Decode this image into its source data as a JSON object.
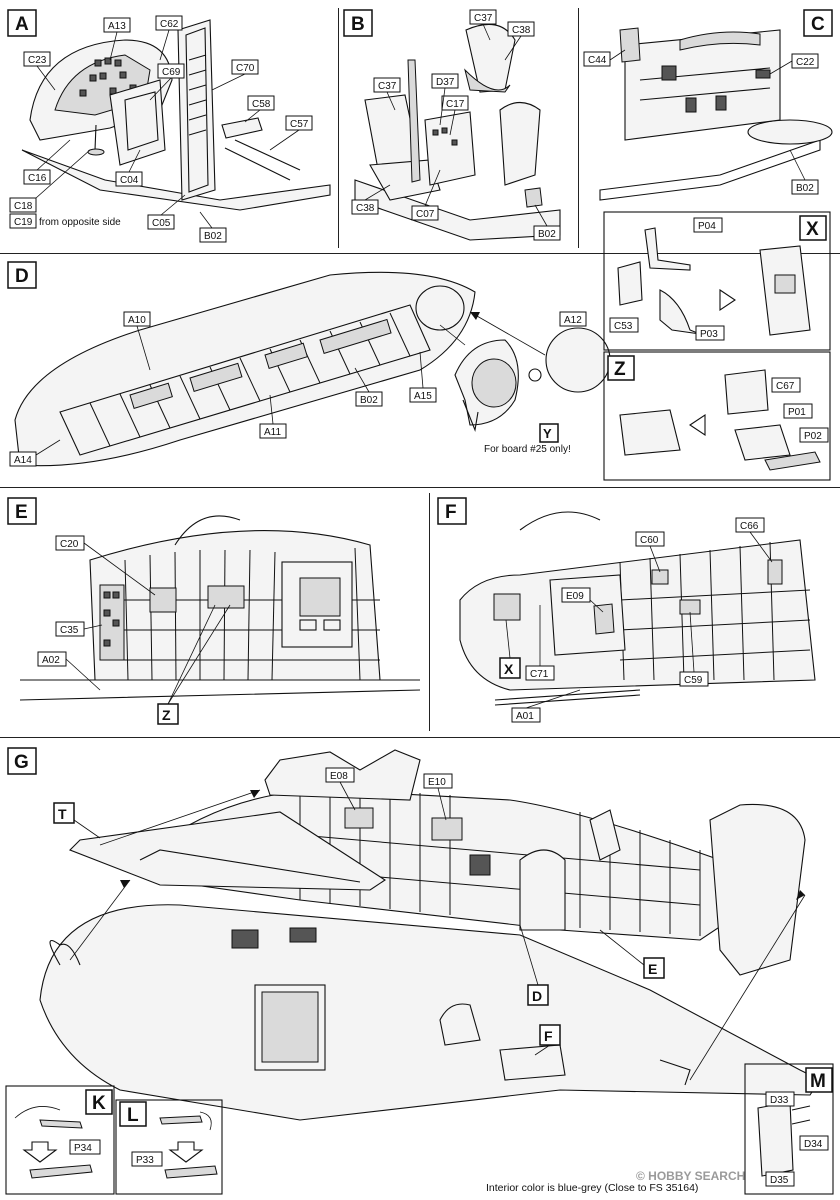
{
  "steps": {
    "A": {
      "letter": "A",
      "labels": [
        "A13",
        "C62",
        "C23",
        "C69",
        "C70",
        "C58",
        "C57",
        "C16",
        "C04",
        "C18",
        "C05",
        "B02"
      ],
      "c19": "C19",
      "c19_note": "from opposite side"
    },
    "B": {
      "letter": "B",
      "labels": [
        "C37",
        "C38",
        "C37",
        "D37",
        "C17",
        "C38",
        "C07",
        "B02"
      ]
    },
    "C": {
      "letter": "C",
      "labels": [
        "C44",
        "C22",
        "B02"
      ]
    },
    "D": {
      "letter": "D",
      "labels": [
        "A10",
        "A12",
        "B02",
        "A15",
        "A11",
        "A14"
      ],
      "sub": "Y",
      "sub_note": "For board #25 only!"
    },
    "X": {
      "letter": "X",
      "labels": [
        "P04",
        "C53",
        "P03"
      ]
    },
    "Z": {
      "letter": "Z",
      "labels": [
        "C67",
        "P01",
        "P02"
      ]
    },
    "E": {
      "letter": "E",
      "labels": [
        "C20",
        "C35",
        "A02"
      ],
      "ref": "Z"
    },
    "F": {
      "letter": "F",
      "labels": [
        "C66",
        "C60",
        "E09",
        "C71",
        "C59",
        "A01"
      ],
      "ref": "X"
    },
    "G": {
      "letter": "G",
      "labels": [
        "E08",
        "E10"
      ],
      "refs": [
        "T",
        "E",
        "D",
        "F"
      ]
    },
    "K": {
      "letter": "K",
      "labels": [
        "P34"
      ]
    },
    "L": {
      "letter": "L",
      "labels": [
        "P33"
      ]
    },
    "M": {
      "letter": "M",
      "labels": [
        "D33",
        "D34",
        "D35"
      ]
    }
  },
  "footer": {
    "note": "Interior color is blue-grey (Close to FS 35164)",
    "watermark": "© HOBBY SEARCH"
  },
  "colors": {
    "ink": "#111111",
    "panel_fill": "#f4f4f4",
    "shade": "#dadada"
  }
}
